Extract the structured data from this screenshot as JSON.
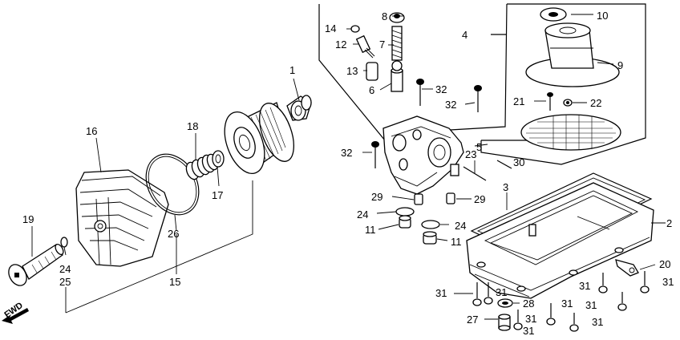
{
  "labels": {
    "p1": "1",
    "p2": "2",
    "p3": "3",
    "p4": "4",
    "p5": "5",
    "p6": "6",
    "p7": "7",
    "p8": "8",
    "p9": "9",
    "p10": "10",
    "p11a": "11",
    "p11b": "11",
    "p12": "12",
    "p13": "13",
    "p14": "14",
    "p15": "15",
    "p16": "16",
    "p17": "17",
    "p18": "18",
    "p19": "19",
    "p20": "20",
    "p21": "21",
    "p22": "22",
    "p23": "23",
    "p24a": "24",
    "p24b": "24",
    "p24c": "24",
    "p25": "25",
    "p26": "26",
    "p27": "27",
    "p28": "28",
    "p29a": "29",
    "p29b": "29",
    "p30": "30",
    "p31a": "31",
    "p31b": "31",
    "p31c": "31",
    "p31d": "31",
    "p31e": "31",
    "p31f": "31",
    "p31g": "31",
    "p31h": "31",
    "p31i": "31",
    "p32a": "32",
    "p32b": "32",
    "p32c": "32"
  },
  "direction": {
    "fwd": "FWD"
  }
}
